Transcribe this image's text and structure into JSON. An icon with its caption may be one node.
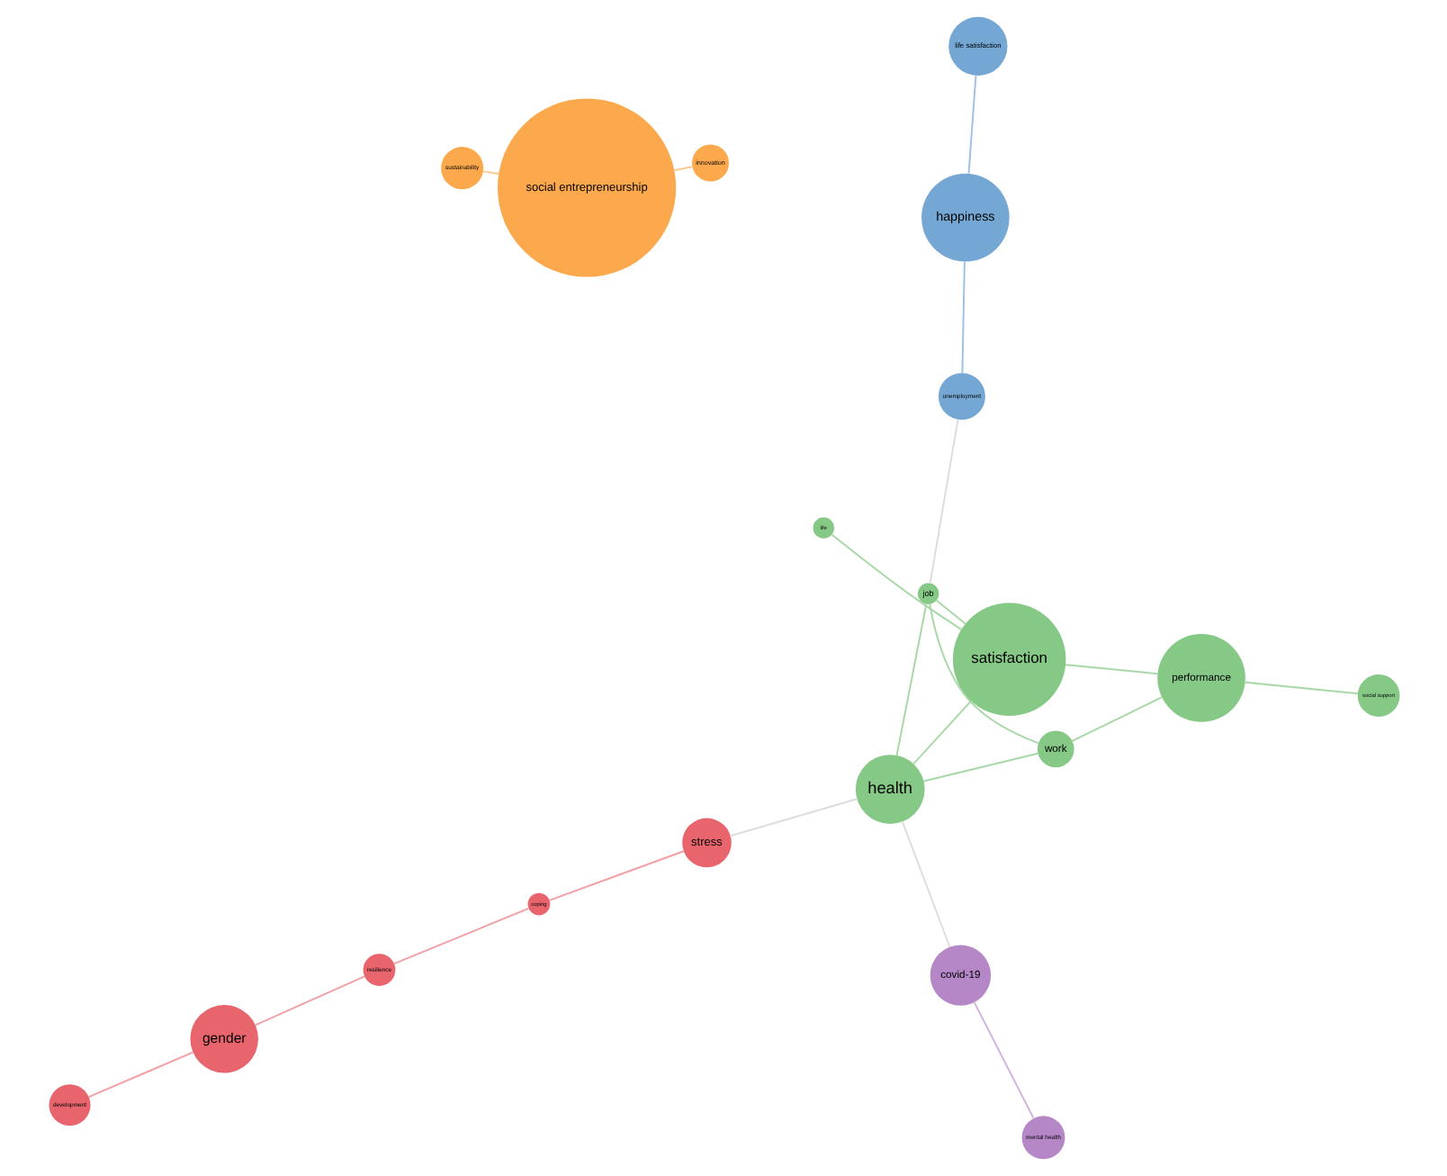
{
  "diagram": {
    "nodes": [
      {
        "text": [
          "sustainability"
        ]
      },
      {
        "text": [
          "development"
        ]
      },
      {
        "text": [
          "life satisfaction"
        ]
      },
      {
        "text": [
          "innovation"
        ]
      },
      {
        "text": [
          "happiness"
        ]
      },
      {
        "text": [
          "unemployment"
        ]
      },
      {
        "text": [
          "social entrepreneurship"
        ]
      },
      {
        "text": [
          "gender"
        ]
      },
      {
        "text": [
          "job"
        ]
      },
      {
        "text": [
          "health"
        ]
      },
      {
        "text": [
          "work"
        ]
      },
      {
        "text": [
          "life"
        ]
      },
      {
        "text": [
          "resilience"
        ]
      },
      {
        "text": [
          "performance"
        ]
      },
      {
        "text": [
          "stress"
        ]
      },
      {
        "text": [
          "satisfaction"
        ]
      },
      {
        "text": [
          "social support"
        ]
      },
      {
        "text": [
          "mental health"
        ]
      },
      {
        "text": [
          "coping"
        ]
      },
      {
        "text": [
          "covid-19"
        ]
      }
    ],
    "edges": [
      {
        "from": 0,
        "to": 6,
        "arrow": "none",
        "color": "#fcc890"
      },
      {
        "from": 3,
        "to": 6,
        "arrow": "none",
        "color": "#fcc890"
      },
      {
        "from": 1,
        "to": 7,
        "arrow": "none",
        "color": "#f2a0a6"
      },
      {
        "from": 7,
        "to": 12,
        "arrow": "none",
        "color": "#f2a0a6"
      },
      {
        "from": 12,
        "to": 18,
        "arrow": "none",
        "color": "#f2a0a6"
      },
      {
        "from": 18,
        "to": 14,
        "arrow": "none",
        "color": "#f2a0a6"
      },
      {
        "from": 14,
        "to": 9,
        "arrow": "none",
        "color": "#dddddd"
      },
      {
        "from": 2,
        "to": 4,
        "arrow": "none",
        "color": "#9cc2e5"
      },
      {
        "from": 4,
        "to": 5,
        "arrow": "none",
        "color": "#9cc2e5"
      },
      {
        "from": 5,
        "to": 8,
        "arrow": "none",
        "color": "#dddddd"
      },
      {
        "from": 17,
        "to": 19,
        "arrow": "none",
        "color": "#d2b4de"
      },
      {
        "from": 19,
        "to": 9,
        "arrow": "none",
        "color": "#dddddd"
      },
      {
        "from": 9,
        "to": 8,
        "arrow": "none"
      },
      {
        "from": 9,
        "to": 10,
        "arrow": "none"
      },
      {
        "from": 9,
        "to": 15,
        "arrow": "none"
      },
      {
        "from": 8,
        "to": 10,
        "arrow": "none"
      },
      {
        "from": 8,
        "to": 15,
        "arrow": "none"
      },
      {
        "from": 15,
        "to": 11,
        "arrow": "none"
      },
      {
        "from": 10,
        "to": 13,
        "arrow": "none"
      },
      {
        "from": 13,
        "to": 15,
        "arrow": "none"
      },
      {
        "from": 13,
        "to": 16,
        "arrow": "none"
      }
    ]
  }
}
